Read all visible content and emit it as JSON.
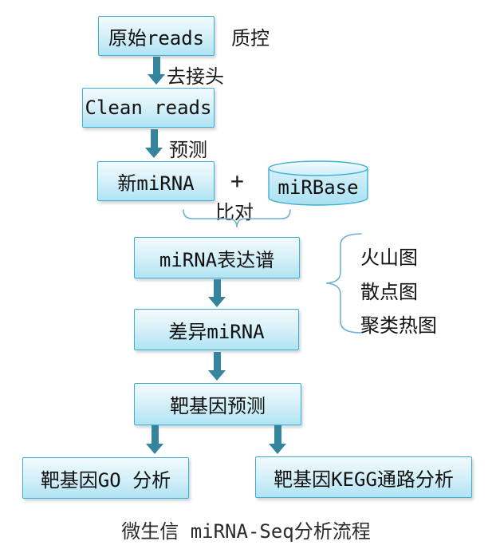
{
  "diagram": {
    "title": "微生信 miRNA-Seq分析流程",
    "nodes": {
      "raw_reads": {
        "label": "原始reads"
      },
      "clean_reads": {
        "label": "Clean reads"
      },
      "new_mirna": {
        "label": "新miRNA"
      },
      "mirbase": {
        "label": "miRBase"
      },
      "expression_profile": {
        "label": "miRNA表达谱"
      },
      "diff_mirna": {
        "label": "差异miRNA"
      },
      "target_prediction": {
        "label": "靶基因预测"
      },
      "go_analysis": {
        "label": "靶基因GO 分析"
      },
      "kegg_analysis": {
        "label": "靶基因KEGG通路分析"
      }
    },
    "edge_labels": {
      "qc": "质控",
      "adapter_removal": "去接头",
      "prediction": "预测",
      "plus": "+",
      "alignment": "比对"
    },
    "annotations": {
      "plot_types": [
        "火山图",
        "散点图",
        "聚类热图"
      ]
    },
    "colors": {
      "box_fill_top": "#f2fbfe",
      "box_fill_bottom": "#b0e4f4",
      "box_border": "#41aed3",
      "arrow": "#35849e",
      "brace": "#6fb0cf",
      "text": "#111111"
    }
  }
}
